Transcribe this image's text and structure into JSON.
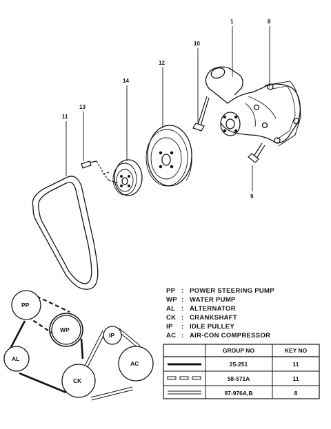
{
  "callouts": {
    "c1": "1",
    "c8": "8",
    "c10": "10",
    "c12": "12",
    "c14": "14",
    "c13": "13",
    "c11": "11",
    "c9": "9"
  },
  "legend": [
    {
      "abbr": "PP",
      "desc": "POWER STEERING PUMP"
    },
    {
      "abbr": "WP",
      "desc": "WATER PUMP"
    },
    {
      "abbr": "AL",
      "desc": "ALTERNATOR"
    },
    {
      "abbr": "CK",
      "desc": "CRANKSHAFT"
    },
    {
      "abbr": "IP",
      "desc": "IDLE PULLEY"
    },
    {
      "abbr": "AC",
      "desc": "AIR-CON COMPRESSOR"
    }
  ],
  "pulleys": {
    "pp": "PP",
    "wp": "WP",
    "al": "AL",
    "ck": "CK",
    "ip": "IP",
    "ac": "AC"
  },
  "table": {
    "headers": [
      "GROUP NO",
      "KEY NO"
    ],
    "rows": [
      {
        "line_style": "solid",
        "group": "25-251",
        "key": "11"
      },
      {
        "line_style": "dashed",
        "group": "58-571A",
        "key": "11"
      },
      {
        "line_style": "double",
        "group": "97-976A,B",
        "key": "8"
      }
    ]
  }
}
